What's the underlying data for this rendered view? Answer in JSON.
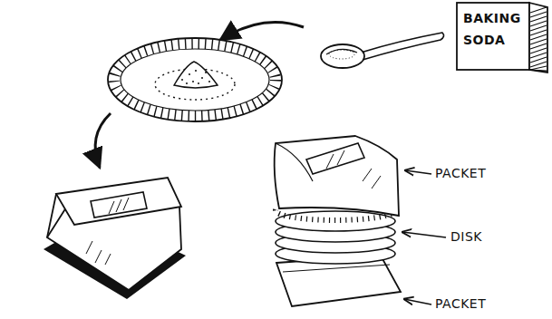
{
  "diagram": {
    "nodes": [
      {
        "text": [
          "BAKING SODA"
        ]
      }
    ],
    "labels": [
      "PACKET",
      "DISK",
      "PACKET"
    ]
  }
}
